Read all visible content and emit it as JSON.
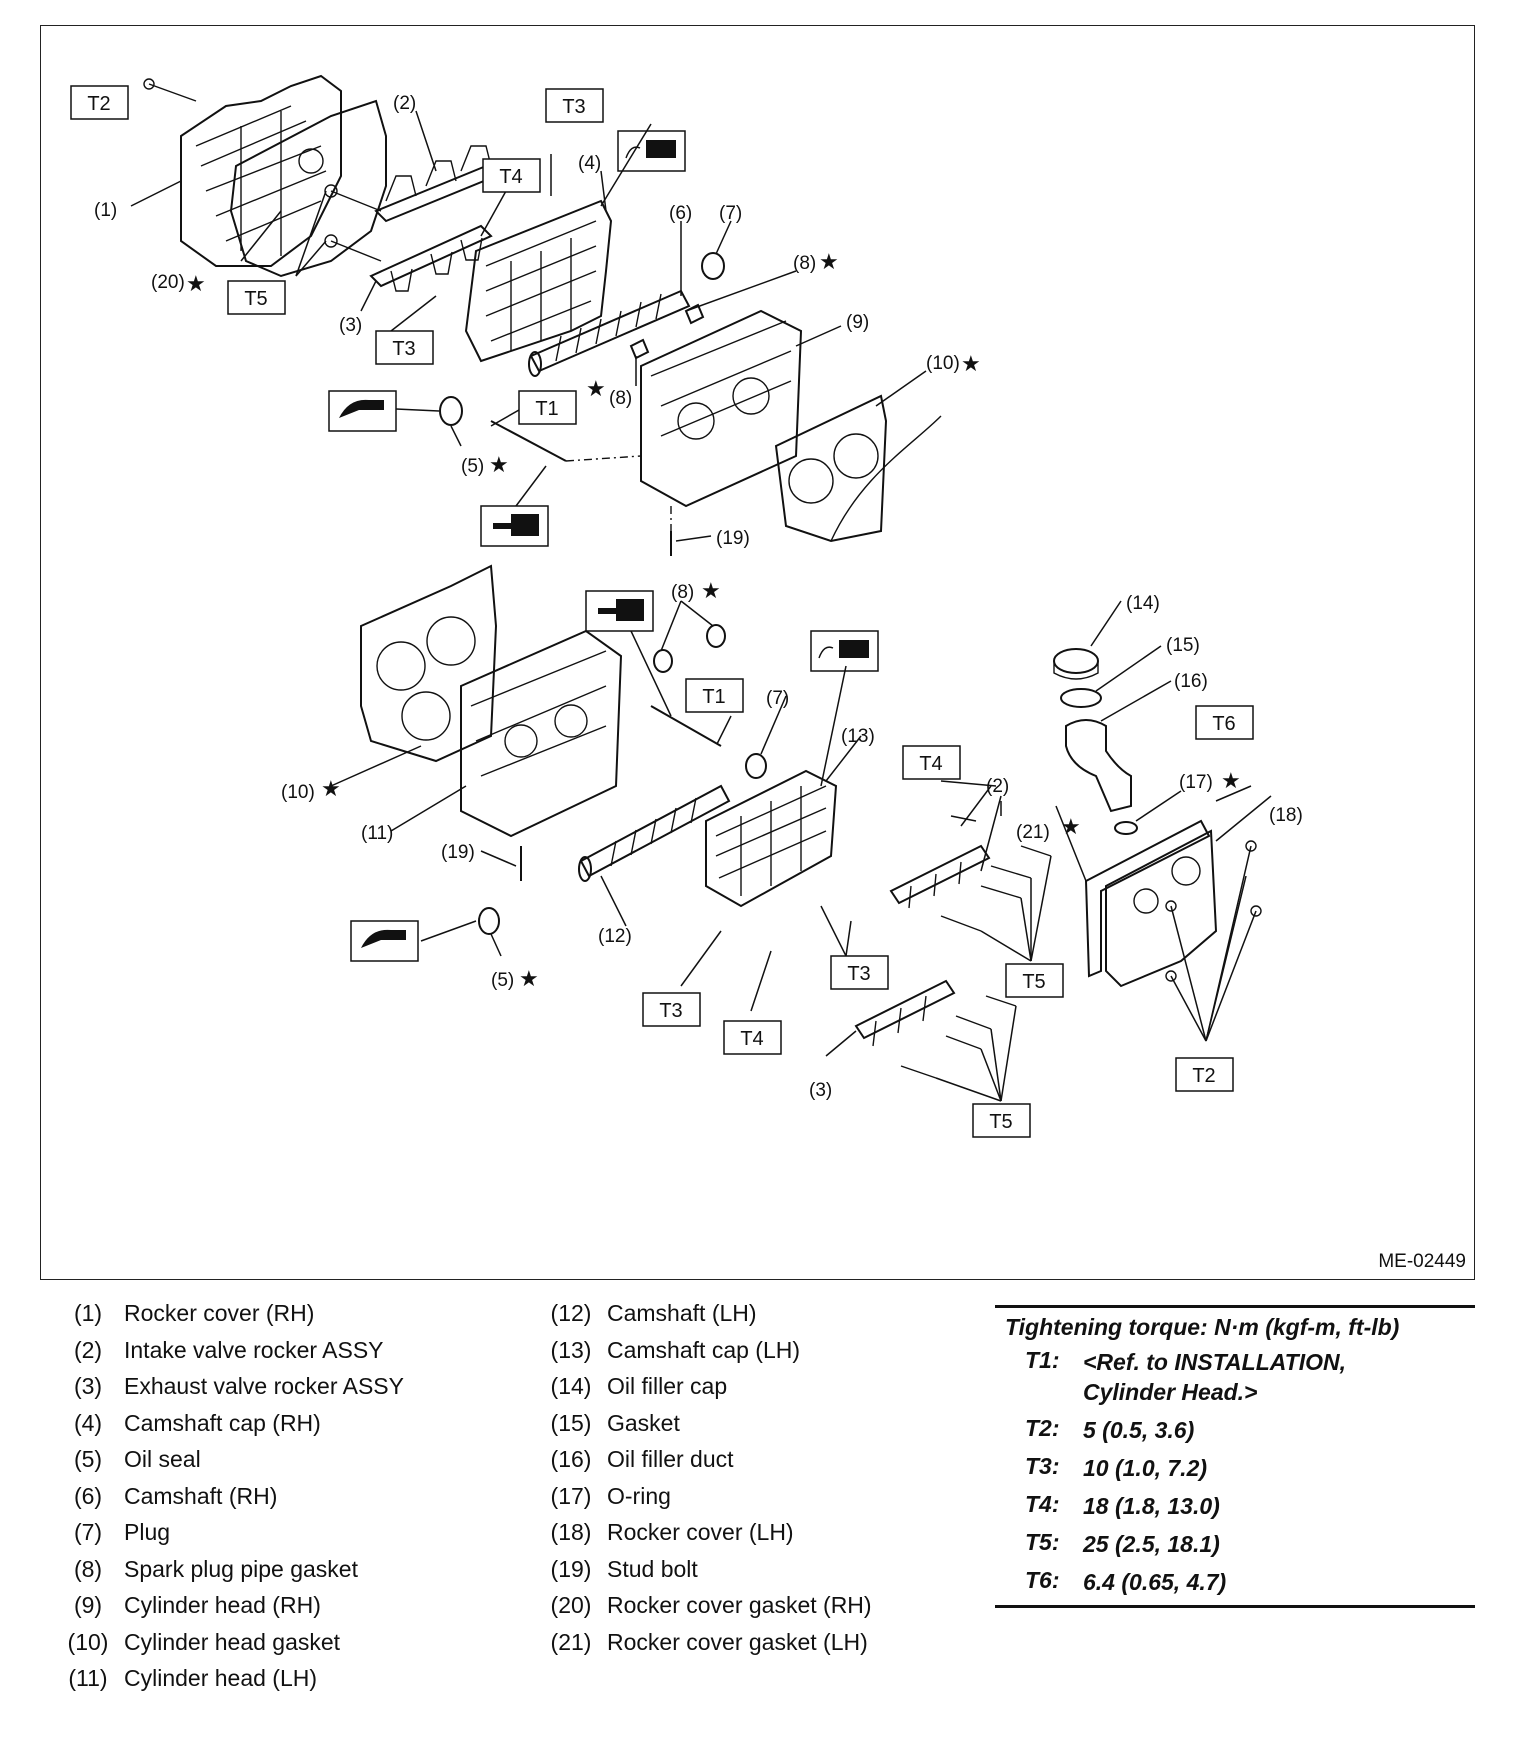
{
  "figure_id": "ME-02449",
  "callouts": {
    "p1": "(1)",
    "p2a": "(2)",
    "p2b": "(2)",
    "p3a": "(3)",
    "p3b": "(3)",
    "p4": "(4)",
    "p5a": "(5)",
    "p5b": "(5)",
    "p6": "(6)",
    "p7a": "(7)",
    "p7b": "(7)",
    "p8a": "(8)",
    "p8b": "(8)",
    "p8c": "(8)",
    "p9": "(9)",
    "p10a": "(10)",
    "p10b": "(10)",
    "p11": "(11)",
    "p12": "(12)",
    "p13": "(13)",
    "p14": "(14)",
    "p15": "(15)",
    "p16": "(16)",
    "p17": "(17)",
    "p18": "(18)",
    "p19a": "(19)",
    "p19b": "(19)",
    "p20": "(20)",
    "p21": "(21)"
  },
  "torque_boxes": {
    "t1a": "T1",
    "t1b": "T1",
    "t2a": "T2",
    "t2b": "T2",
    "t3a": "T3",
    "t3b": "T3",
    "t3c": "T3",
    "t3d": "T3",
    "t4a": "T4",
    "t4b": "T4",
    "t4c": "T4",
    "t5a": "T5",
    "t5b": "T5",
    "t5c": "T5",
    "t6": "T6"
  },
  "legend_left": [
    {
      "num": "(1)",
      "name": "Rocker cover (RH)"
    },
    {
      "num": "(2)",
      "name": "Intake valve rocker ASSY"
    },
    {
      "num": "(3)",
      "name": "Exhaust valve rocker ASSY"
    },
    {
      "num": "(4)",
      "name": "Camshaft cap (RH)"
    },
    {
      "num": "(5)",
      "name": "Oil seal"
    },
    {
      "num": "(6)",
      "name": "Camshaft (RH)"
    },
    {
      "num": "(7)",
      "name": "Plug"
    },
    {
      "num": "(8)",
      "name": "Spark plug pipe gasket"
    },
    {
      "num": "(9)",
      "name": "Cylinder head (RH)"
    },
    {
      "num": "(10)",
      "name": "Cylinder head gasket"
    },
    {
      "num": "(11)",
      "name": "Cylinder head (LH)"
    }
  ],
  "legend_right": [
    {
      "num": "(12)",
      "name": "Camshaft (LH)"
    },
    {
      "num": "(13)",
      "name": "Camshaft cap (LH)"
    },
    {
      "num": "(14)",
      "name": "Oil filler cap"
    },
    {
      "num": "(15)",
      "name": "Gasket"
    },
    {
      "num": "(16)",
      "name": "Oil filler duct"
    },
    {
      "num": "(17)",
      "name": "O-ring"
    },
    {
      "num": "(18)",
      "name": "Rocker cover (LH)"
    },
    {
      "num": "(19)",
      "name": "Stud bolt"
    },
    {
      "num": "(20)",
      "name": "Rocker cover gasket (RH)"
    },
    {
      "num": "(21)",
      "name": "Rocker cover gasket (LH)"
    }
  ],
  "torque_spec": {
    "title": "Tightening torque: N·m (kgf-m, ft-lb)",
    "rows": [
      {
        "key": "T1:",
        "value": "<Ref. to INSTALLATION, Cylinder Head.>"
      },
      {
        "key": "T2:",
        "value": "5 (0.5, 3.6)"
      },
      {
        "key": "T3:",
        "value": "10 (1.0, 7.2)"
      },
      {
        "key": "T4:",
        "value": "18 (1.8, 13.0)"
      },
      {
        "key": "T5:",
        "value": "25 (2.5, 18.1)"
      },
      {
        "key": "T6:",
        "value": "6.4 (0.65, 4.7)"
      }
    ]
  },
  "star_glyph": "★"
}
